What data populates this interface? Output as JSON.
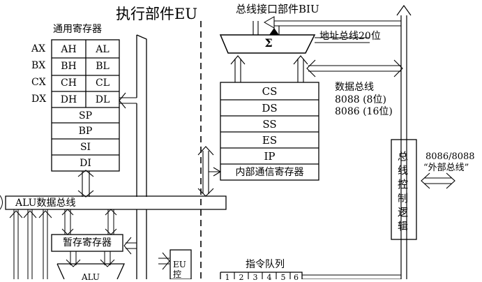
{
  "eu": {
    "title": "执行部件EU",
    "gp_title": "通用寄存器",
    "gp_rows": [
      {
        "name": "AX",
        "hi": "AH",
        "lo": "AL"
      },
      {
        "name": "BX",
        "hi": "BH",
        "lo": "BL"
      },
      {
        "name": "CX",
        "hi": "CH",
        "lo": "CL"
      },
      {
        "name": "DX",
        "hi": "DH",
        "lo": "DL"
      }
    ],
    "ptr_regs": [
      "SP",
      "BP",
      "SI",
      "DI"
    ],
    "alu_bus": "ALU数据总线",
    "temp_reg": "暂存寄存器",
    "alu": "ALU",
    "control": "EU控"
  },
  "biu": {
    "title": "总线接口部件BIU",
    "adder": "Σ",
    "addr_bus": "地址总线20位",
    "data_bus": "数据总线",
    "data_bus_8088": "8088 (8位)",
    "data_bus_8086": "8086 (16位)",
    "seg_regs": [
      "CS",
      "DS",
      "SS",
      "ES",
      "IP"
    ],
    "internal_reg": "内部通信寄存器",
    "queue_title": "指令队列",
    "queue_cells": [
      "1",
      "2",
      "3",
      "4",
      "5",
      "6"
    ],
    "bus_ctrl": "总线控制逻辑",
    "ext_bus_1": "8086/8088",
    "ext_bus_2": "“外部总线”"
  }
}
